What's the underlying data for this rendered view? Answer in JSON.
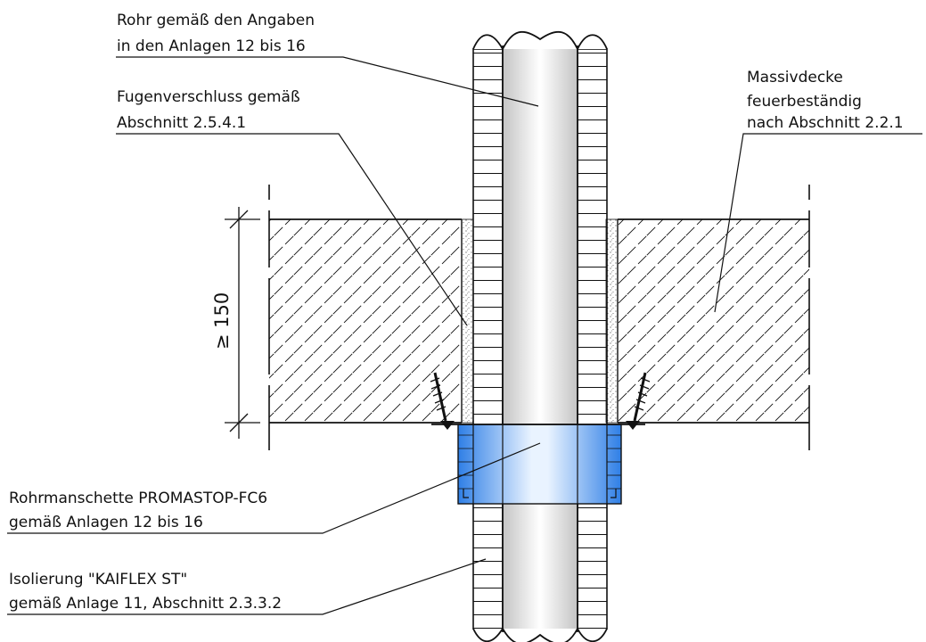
{
  "labels": {
    "pipe": {
      "line1": "Rohr gemäß den Angaben",
      "line2": "in den Anlagen 12 bis 16"
    },
    "joint": {
      "line1": "Fugenverschluss gemäß",
      "line2": "Abschnitt 2.5.4.1"
    },
    "slab": {
      "line1": "Massivdecke",
      "line2": "feuerbeständig",
      "line3": "nach Abschnitt 2.2.1"
    },
    "collar": {
      "line1": "Rohrmanschette PROMASTOP-FC6",
      "line2": "gemäß Anlagen 12 bis 16"
    },
    "insulation": {
      "line1": "Isolierung \"KAIFLEX ST\"",
      "line2": "gemäß Anlage 11, Abschnitt 2.3.3.2"
    }
  },
  "dimension": {
    "text": "≥ 150"
  },
  "colors": {
    "collar": "#2f7fe6",
    "line": "#111111",
    "background": "#ffffff"
  }
}
